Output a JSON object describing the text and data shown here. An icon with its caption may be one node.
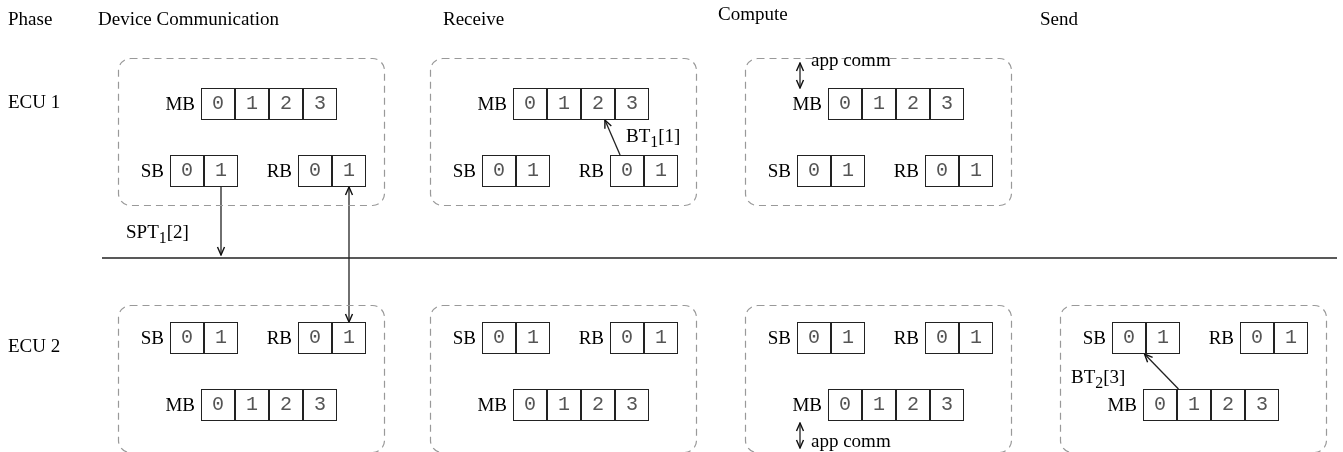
{
  "diagram": {
    "nodes": [
      {
        "text": [],
        "shape": "box"
      },
      {
        "text": [
          "0"
        ],
        "in": 0,
        "beside": [
          "MB"
        ]
      },
      {
        "text": [
          "1"
        ],
        "in": 0
      },
      {
        "text": [
          "2"
        ],
        "in": 0
      },
      {
        "text": [
          "3"
        ],
        "in": 0
      },
      {
        "text": [
          "0"
        ],
        "in": 0,
        "beside": [
          "SB"
        ]
      },
      {
        "text": [
          "1"
        ],
        "in": 0
      },
      {
        "text": [
          "0"
        ],
        "in": 0,
        "beside": [
          "RB"
        ]
      },
      {
        "text": [
          "1"
        ],
        "in": 0
      },
      {
        "text": [],
        "shape": "box"
      },
      {
        "text": [
          "0"
        ],
        "in": 9,
        "beside": [
          "MB"
        ]
      },
      {
        "text": [
          "1"
        ],
        "in": 9
      },
      {
        "text": [
          "2"
        ],
        "in": 9
      },
      {
        "text": [
          "3"
        ],
        "in": 9
      },
      {
        "text": [
          "0"
        ],
        "in": 9,
        "beside": [
          "SB"
        ]
      },
      {
        "text": [
          "1"
        ],
        "in": 9
      },
      {
        "text": [
          "0"
        ],
        "in": 9,
        "beside": [
          "RB"
        ]
      },
      {
        "text": [
          "1"
        ],
        "in": 9
      },
      {
        "text": [],
        "shape": "box"
      },
      {
        "text": [
          "0"
        ],
        "in": 18,
        "beside": [
          "MB"
        ]
      },
      {
        "text": [
          "1"
        ],
        "in": 18
      },
      {
        "text": [
          "2"
        ],
        "in": 18
      },
      {
        "text": [
          "3"
        ],
        "in": 18
      },
      {
        "text": [
          "0"
        ],
        "in": 18,
        "beside": [
          "SB"
        ]
      },
      {
        "text": [
          "1"
        ],
        "in": 18
      },
      {
        "text": [
          "0"
        ],
        "in": 18,
        "beside": [
          "RB"
        ]
      },
      {
        "text": [
          "1"
        ],
        "in": 18
      },
      {
        "text": [],
        "shape": "box"
      },
      {
        "text": [
          "0"
        ],
        "in": 27,
        "beside": [
          "SB"
        ]
      },
      {
        "text": [
          "1"
        ],
        "in": 27
      },
      {
        "text": [
          "0"
        ],
        "in": 27,
        "beside": [
          "RB"
        ]
      },
      {
        "text": [
          "1"
        ],
        "in": 27
      },
      {
        "text": [
          "0"
        ],
        "in": 27,
        "beside": [
          "MB"
        ]
      },
      {
        "text": [
          "1"
        ],
        "in": 27
      },
      {
        "text": [
          "2"
        ],
        "in": 27
      },
      {
        "text": [
          "3"
        ],
        "in": 27
      },
      {
        "text": [],
        "shape": "box"
      },
      {
        "text": [
          "0"
        ],
        "in": 36,
        "beside": [
          "SB"
        ]
      },
      {
        "text": [
          "1"
        ],
        "in": 36
      },
      {
        "text": [
          "0"
        ],
        "in": 36,
        "beside": [
          "RB"
        ]
      },
      {
        "text": [
          "1"
        ],
        "in": 36
      },
      {
        "text": [
          "0"
        ],
        "in": 36,
        "beside": [
          "MB"
        ]
      },
      {
        "text": [
          "1"
        ],
        "in": 36
      },
      {
        "text": [
          "2"
        ],
        "in": 36
      },
      {
        "text": [
          "3"
        ],
        "in": 36
      },
      {
        "text": [],
        "shape": "box"
      },
      {
        "text": [
          "0"
        ],
        "in": 45,
        "beside": [
          "SB"
        ]
      },
      {
        "text": [
          "1"
        ],
        "in": 45
      },
      {
        "text": [
          "0"
        ],
        "in": 45,
        "beside": [
          "RB"
        ]
      },
      {
        "text": [
          "1"
        ],
        "in": 45
      },
      {
        "text": [
          "0"
        ],
        "in": 45,
        "beside": [
          "MB"
        ]
      },
      {
        "text": [
          "1"
        ],
        "in": 45
      },
      {
        "text": [
          "2"
        ],
        "in": 45
      },
      {
        "text": [
          "3"
        ],
        "in": 45
      },
      {
        "text": [],
        "shape": "box"
      },
      {
        "text": [
          "0"
        ],
        "in": 54,
        "beside": [
          "SB"
        ]
      },
      {
        "text": [
          "1"
        ],
        "in": 54
      },
      {
        "text": [
          "0"
        ],
        "in": 54,
        "beside": [
          "RB"
        ]
      },
      {
        "text": [
          "1"
        ],
        "in": 54
      },
      {
        "text": [
          "0"
        ],
        "in": 54,
        "beside": [
          "MB"
        ]
      },
      {
        "text": [
          "1"
        ],
        "in": 54
      },
      {
        "text": [
          "2"
        ],
        "in": 54
      },
      {
        "text": [
          "3"
        ],
        "in": 54
      }
    ],
    "edges": [
      {
        "from": 6,
        "to": null,
        "arrow": "to",
        "label": "SPT$_{1}$[2]"
      },
      {
        "from": 8,
        "to": 31,
        "arrow": "both"
      },
      {
        "from": 16,
        "to": 12,
        "arrow": "to",
        "label": "BT$_{1}$[1]"
      },
      {
        "from": 60,
        "to": 55,
        "arrow": "to",
        "label": "BT$_{2}$[3]"
      },
      {
        "from": null,
        "to": 19,
        "arrow": "both",
        "label": "app comm"
      },
      {
        "from": null,
        "to": 50,
        "arrow": "both",
        "label": "app comm"
      }
    ],
    "labels": [
      "Phase",
      "Device Communication",
      "Receive",
      "Compute",
      "Send",
      "ECU 1",
      "ECU 2"
    ]
  }
}
